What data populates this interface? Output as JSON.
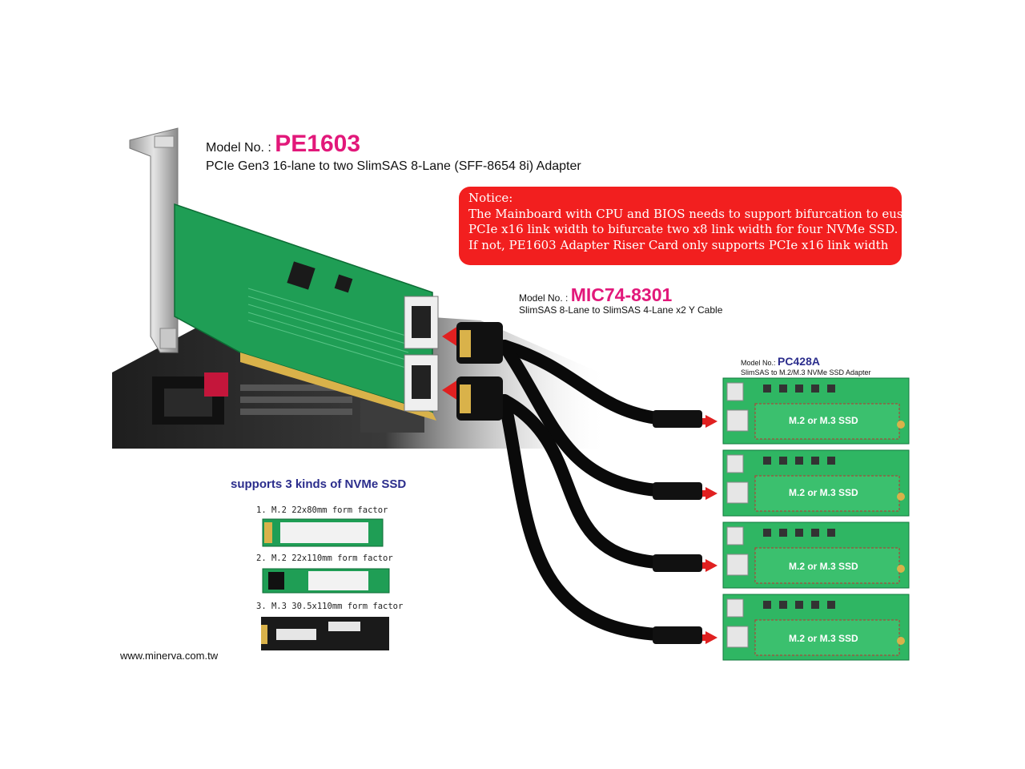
{
  "pe1603": {
    "model_prefix": "Model No. :",
    "model_number": "PE1603",
    "description": "PCIe Gen3 16-lane to two SlimSAS 8-Lane (SFF-8654 8i) Adapter"
  },
  "notice": {
    "lines": [
      "Notice:",
      "The Mainboard with CPU and BIOS needs to support bifurcation to eusure",
      "PCIe x16 link width to bifurcate two x8 link width for four NVMe SSD.",
      "If not, PE1603 Adapter  Riser Card only supports PCIe x16 link width"
    ],
    "color": "#f21f1f"
  },
  "cable": {
    "model_prefix": "Model No. :",
    "model_number": "MIC74-8301",
    "description": "SlimSAS 8-Lane to SlimSAS 4-Lane x2 Y Cable"
  },
  "pc428a": {
    "model_prefix": "Model No.:",
    "model_number": "PC428A",
    "description": "SlimSAS to M.2/M.3 NVMe SSD Adapter",
    "slot_labels": [
      "M.2 or M.3 SSD",
      "M.2 or M.3 SSD",
      "M.2 or M.3 SSD",
      "M.2 or M.3 SSD"
    ]
  },
  "ssd_support": {
    "title": "supports 3 kinds of NVMe SSD",
    "kinds": [
      "1. M.2 22x80mm form factor",
      "2. M.2 22x110mm form factor",
      "3. M.3 30.5x110mm form factor"
    ]
  },
  "website": "www.minerva.com.tw",
  "colors": {
    "accent_magenta": "#e2187a",
    "navy": "#2b2d8c",
    "pcb_green": "#1faa5a",
    "arrow_red": "#e02020"
  }
}
